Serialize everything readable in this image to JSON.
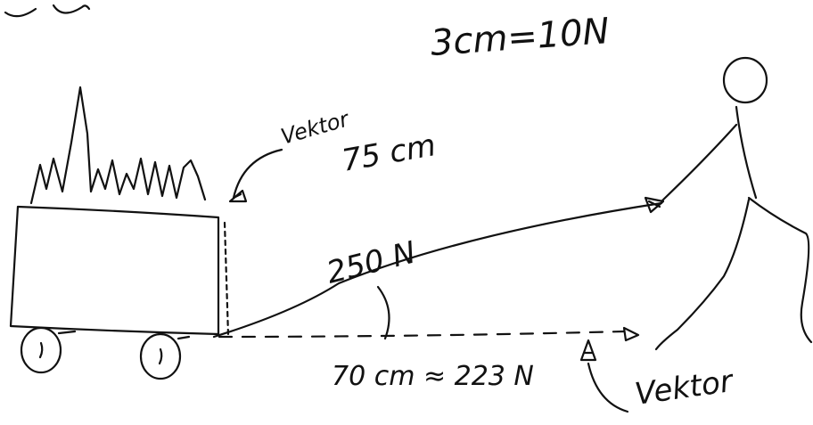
{
  "labels": {
    "scale": "3cm=10N",
    "vertical_vector_word": "Vektor",
    "vertical_length": "75 cm",
    "pull_force": "250 N",
    "horizontal_result": "70 cm ≈ 223 N",
    "horizontal_vector_word": "Vektor"
  },
  "colors": {
    "ink": "#111111",
    "paper": "#ffffff"
  }
}
